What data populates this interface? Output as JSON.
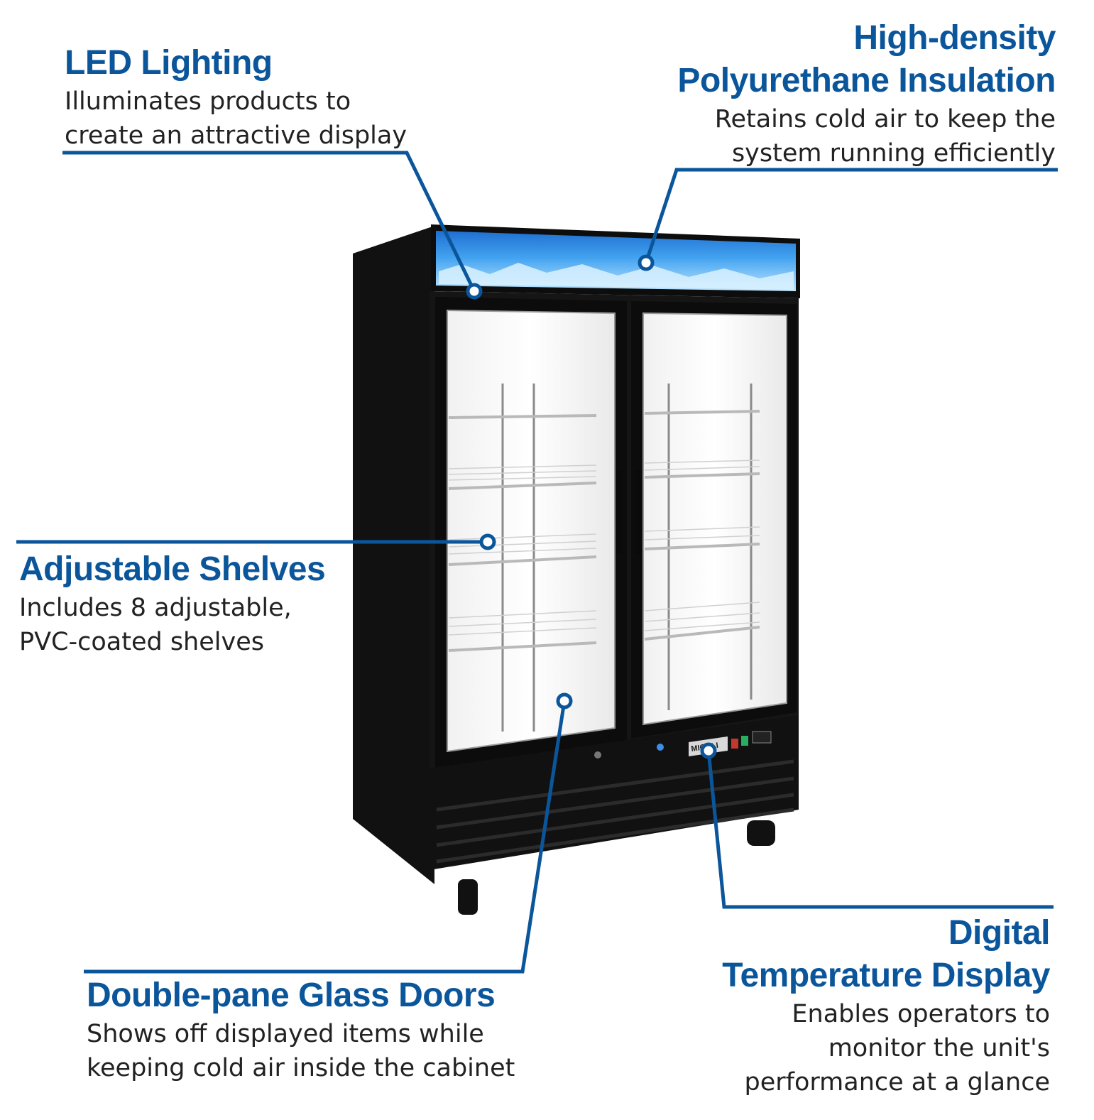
{
  "callouts": {
    "led": {
      "title": "LED Lighting",
      "lines": [
        "Illuminates products to",
        "create an attractive display"
      ]
    },
    "insulation": {
      "title_lines": [
        "High-density",
        "Polyurethane Insulation"
      ],
      "lines": [
        "Retains cold air to keep the",
        "system running efficiently"
      ]
    },
    "shelves": {
      "title": "Adjustable Shelves",
      "lines": [
        "Includes 8 adjustable,",
        "PVC-coated shelves"
      ]
    },
    "doors": {
      "title": "Double-pane Glass Doors",
      "lines": [
        "Shows off displayed items while",
        "keeping cold air inside the cabinet"
      ]
    },
    "display": {
      "title_lines": [
        "Digital",
        "Temperature Display"
      ],
      "lines": [
        "Enables operators to",
        "monitor the unit's",
        "performance at a glance"
      ]
    }
  },
  "product": {
    "brand_label": "MIGALI"
  },
  "colors": {
    "accent": "#0b569b",
    "text": "#222222",
    "cabinet": "#161616",
    "sign": "#2f8fe0"
  }
}
